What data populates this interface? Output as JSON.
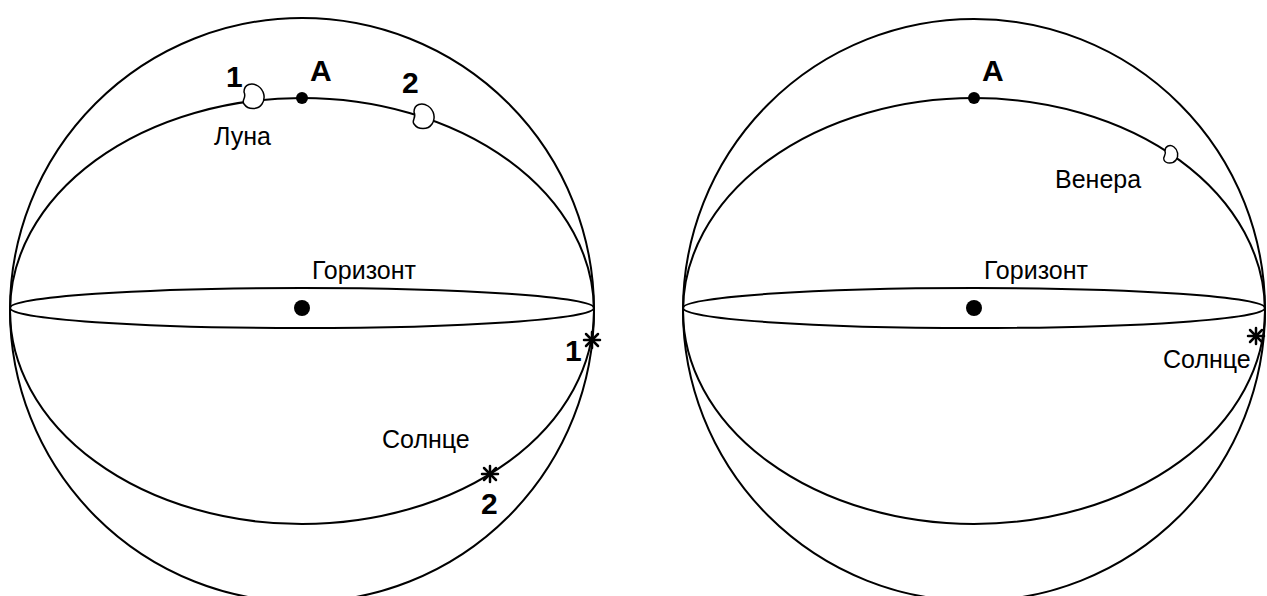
{
  "diagram": {
    "labels": [
      "1",
      "А",
      "2",
      "Луна",
      "Горизонт",
      "Солнце",
      "1",
      "2",
      "А",
      "Венера",
      "Горизонт",
      "Солнце"
    ]
  }
}
